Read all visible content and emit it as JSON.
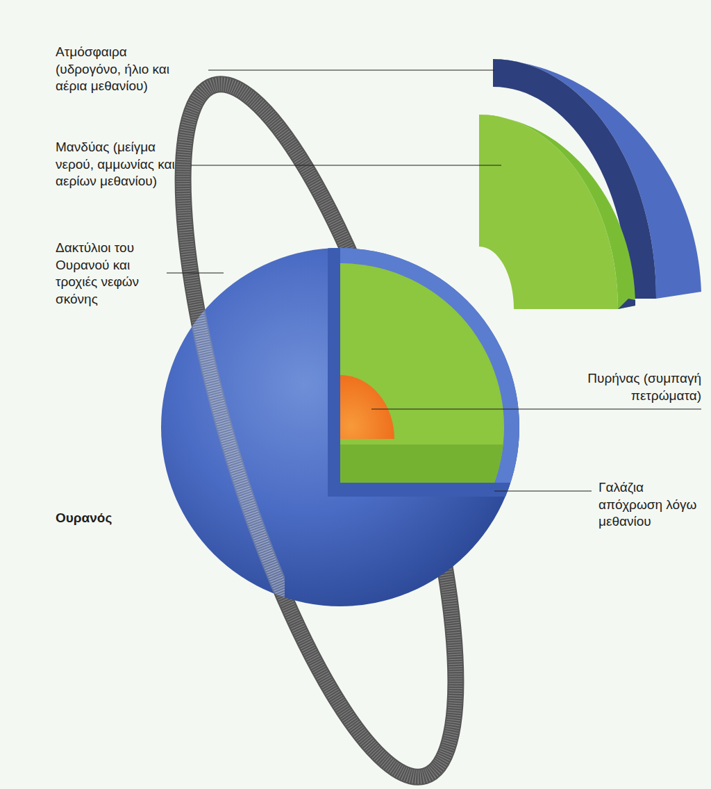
{
  "diagram": {
    "labels": [
      "Ατμόσφαιρα (υδρογόνο, ήλιο και αέρια μεθανίου)",
      "Μανδύας (μείγμα νερού, αμμωνίας και αερίων μεθανίου)",
      "Δακτύλιοι του Ουρανού και τροχιές νεφών σκόνης",
      "Πυρήνας (συμπαγή πετρώματα)",
      "Γαλάζια απόχρωση λόγω μεθανίου",
      "Ουρανός"
    ]
  }
}
